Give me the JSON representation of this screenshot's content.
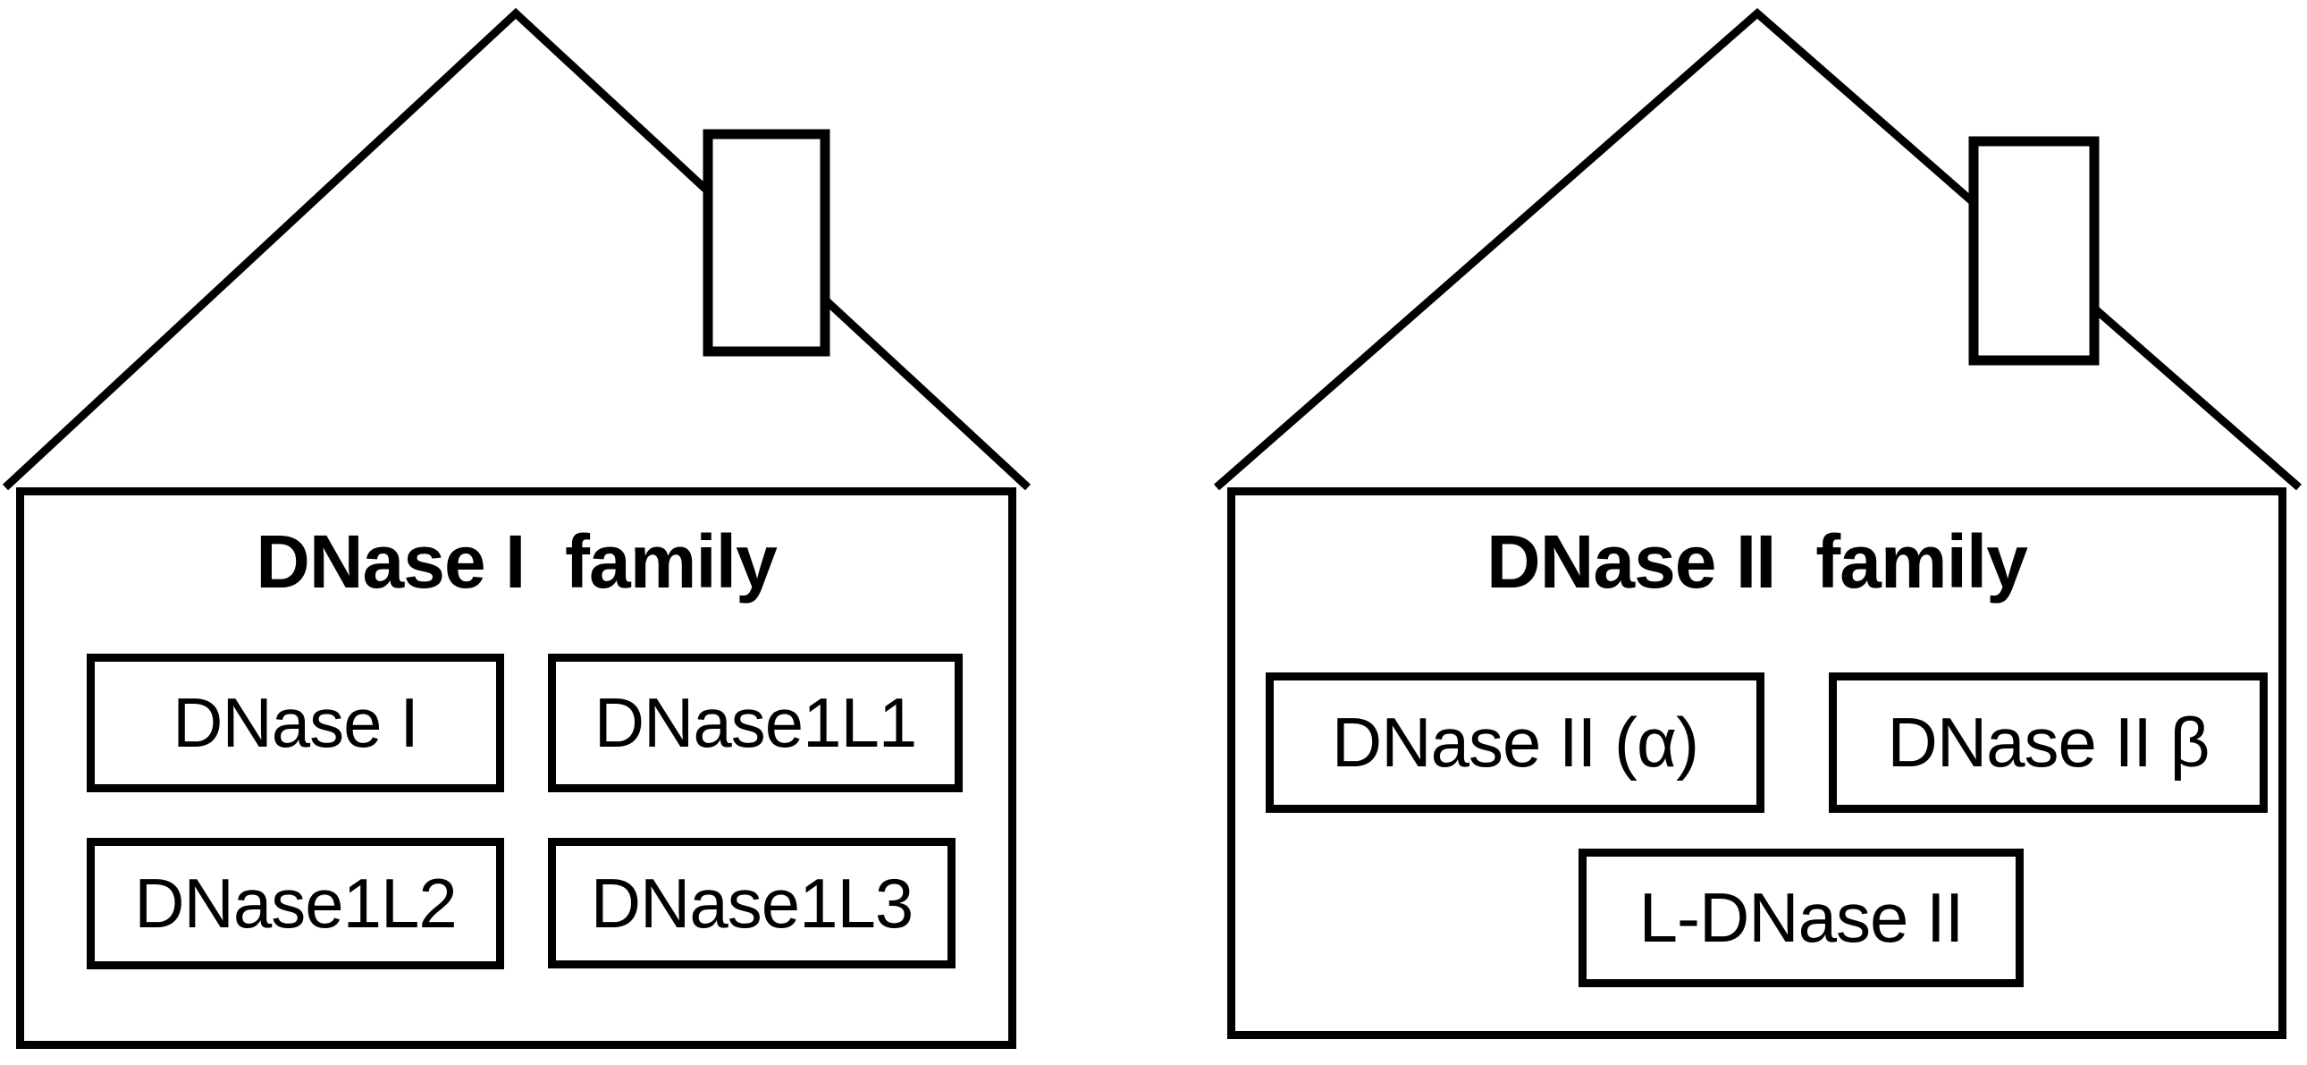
{
  "figure": {
    "colors": {
      "background": "#ffffff",
      "line": "#000000"
    },
    "houses": [
      {
        "title": "DNase I  family",
        "members": [
          "DNase I",
          "DNase1L1",
          "DNase1L2",
          "DNase1L3"
        ]
      },
      {
        "title": "DNase II  family",
        "members": [
          "DNase II (α)",
          "DNase II β",
          "L-DNase II"
        ]
      }
    ]
  }
}
